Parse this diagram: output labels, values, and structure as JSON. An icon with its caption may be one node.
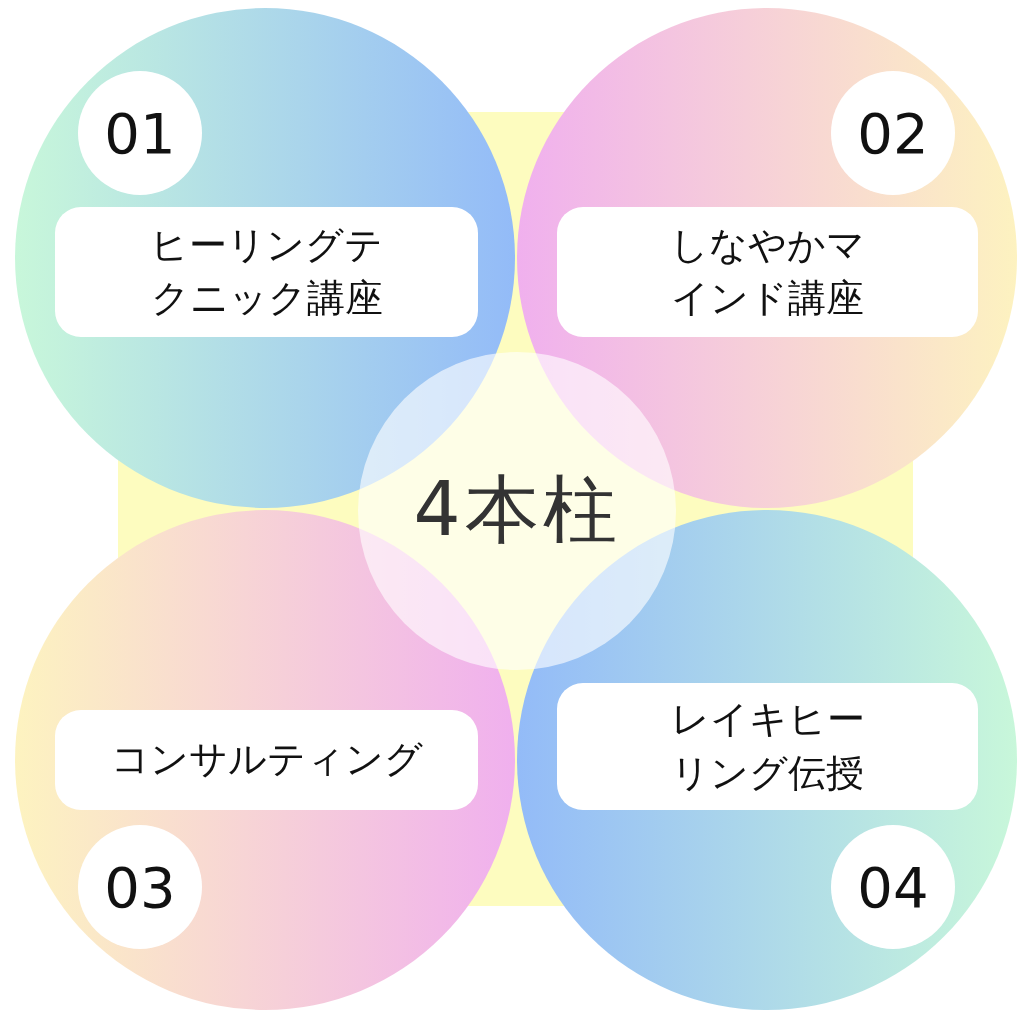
{
  "diagram": {
    "nodes": [
      {
        "text": [],
        "shape": "circle"
      },
      {
        "text": [
          "01"
        ],
        "in": 0
      },
      {
        "text": [
          "ヒーリングテクニック講座"
        ],
        "in": 0
      },
      {
        "text": [],
        "shape": "circle"
      },
      {
        "text": [
          "02"
        ],
        "in": 3
      },
      {
        "text": [
          "しなやかマインド講座"
        ],
        "in": 3
      },
      {
        "text": [],
        "shape": "circle"
      },
      {
        "text": [
          "コンサルティング"
        ],
        "in": 6
      },
      {
        "text": [
          "03"
        ],
        "in": 6
      },
      {
        "text": [],
        "shape": "circle"
      },
      {
        "text": [
          "レイキヒーリング伝授"
        ],
        "in": 9
      },
      {
        "text": [
          "04"
        ],
        "in": 9
      },
      {
        "text": [
          "4本柱"
        ]
      }
    ]
  }
}
